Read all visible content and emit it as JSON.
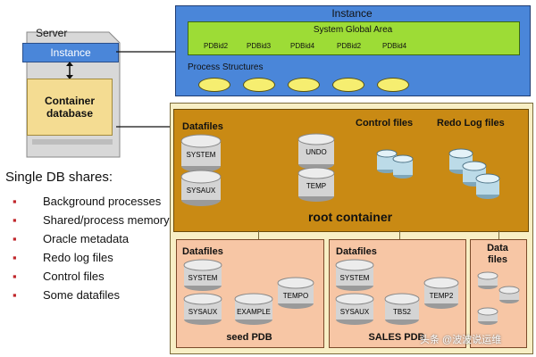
{
  "left": {
    "server_label": "Server",
    "instance_label": "Instance",
    "cdb_label_line1": "Container",
    "cdb_label_line2": "database",
    "shares_title": "Single DB shares:",
    "shares_items": [
      "Background processes",
      "Shared/process memory",
      "Oracle metadata",
      "Redo log files",
      "Control files",
      "Some datafiles"
    ]
  },
  "instance": {
    "title": "Instance",
    "sga_title": "System Global Area",
    "pdb_ids": [
      "PDBid2",
      "PDBid3",
      "PDBid4",
      "PDBid2",
      "PDBid4"
    ],
    "process_title": "Process Structures"
  },
  "root": {
    "datafiles_title": "Datafiles",
    "control_title": "Control files",
    "redo_title": "Redo Log files",
    "title": "root container",
    "system": "SYSTEM",
    "sysaux": "SYSAUX",
    "undo": "UNDO",
    "temp": "TEMP"
  },
  "seed": {
    "datafiles_title": "Datafiles",
    "title": "seed PDB",
    "system": "SYSTEM",
    "sysaux": "SYSAUX",
    "example": "EXAMPLE",
    "tempo": "TEMPO"
  },
  "sales": {
    "datafiles_title": "Datafiles",
    "title": "SALES PDB",
    "system": "SYSTEM",
    "sysaux": "SYSAUX",
    "tbs2": "TBS2",
    "temp2": "TEMP2"
  },
  "extra": {
    "title_line1": "Data",
    "title_line2": "files"
  },
  "watermark": "头条 @波波说运维",
  "colors": {
    "instance_blue": "#4a86d9",
    "sga_green": "#9ddc36",
    "root_orange": "#c98a14",
    "pdb_peach": "#f7c6a5",
    "bullet_red": "#c0262b"
  }
}
